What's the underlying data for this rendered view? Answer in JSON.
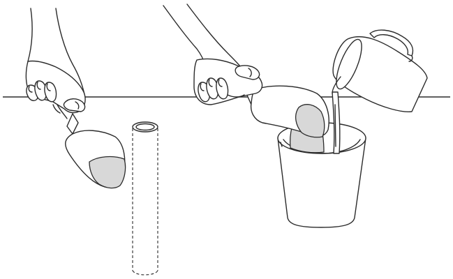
{
  "figure": {
    "description_text": ""
  },
  "colors": {
    "background": "#ffffff",
    "ink": "#2b2b2b",
    "soil": "#d8d8d8"
  },
  "elements": {
    "ground_line": "ground-line",
    "left_hand": "left-hand",
    "left_trowel": "left-trowel",
    "bore_hole": "bore-hole",
    "right_hand": "right-hand",
    "right_trowel": "right-trowel",
    "bucket": "bucket",
    "pitcher": "pitcher",
    "water_stream": "water-stream"
  }
}
